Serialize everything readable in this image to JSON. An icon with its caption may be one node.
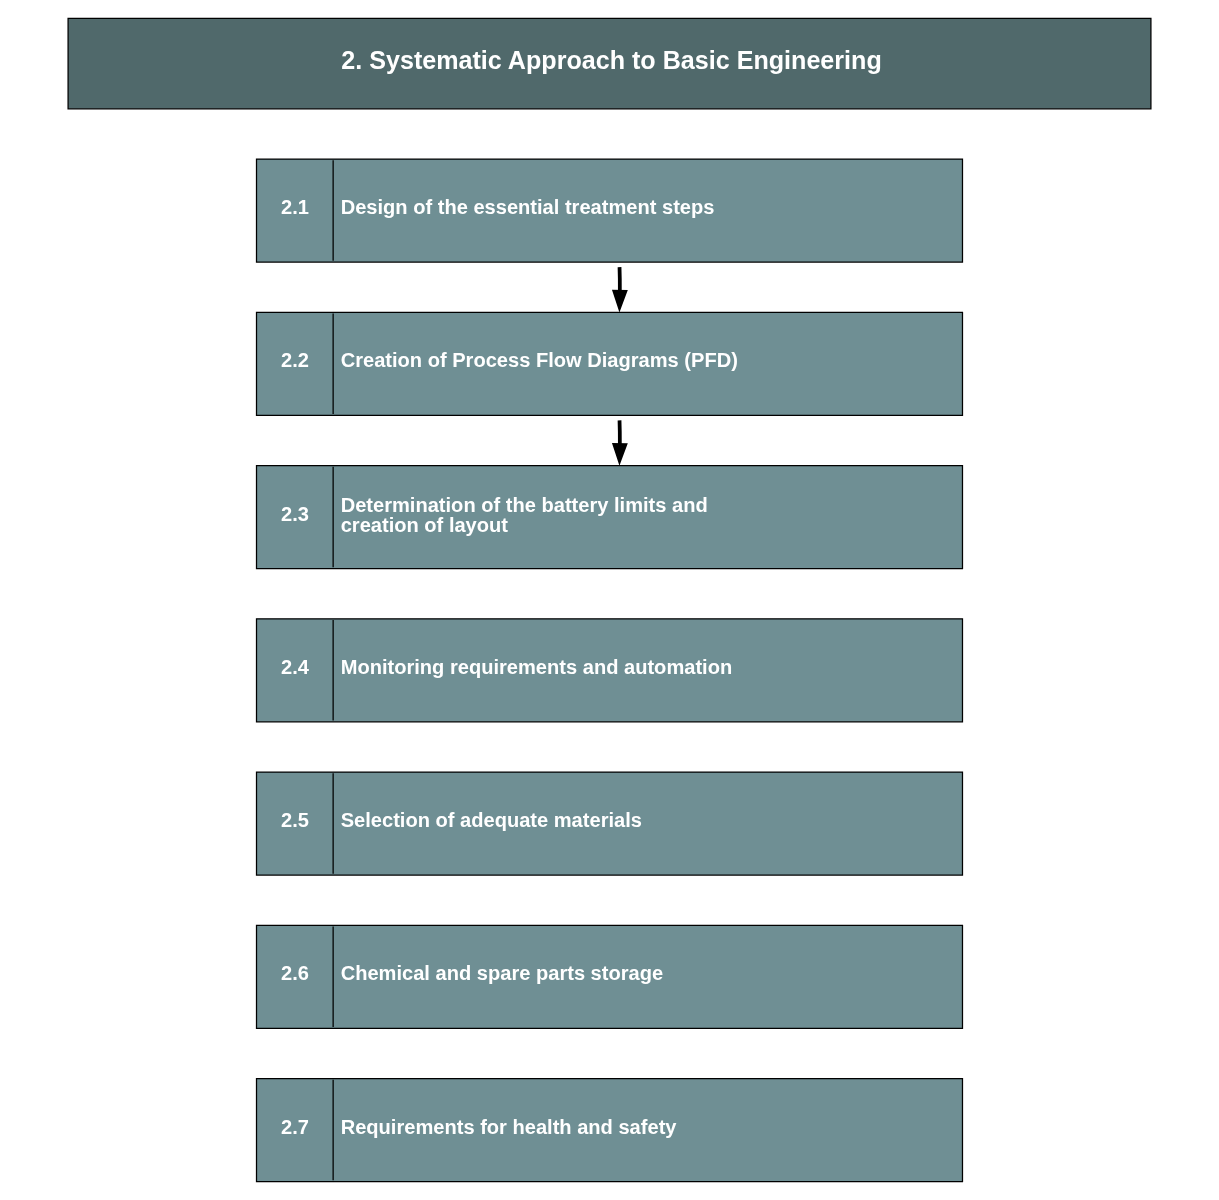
{
  "diagram": {
    "nodes": [
      {
        "text": [
          "2. Systematic Approach to Basic Engineering"
        ]
      },
      {
        "text": [
          "2.1",
          "Design of the essential treatment steps"
        ]
      },
      {
        "text": [
          "2.2",
          "Creation of Process Flow Diagrams (PFD)"
        ]
      },
      {
        "text": [
          "2.3",
          "Determination of the battery limits and creation of layout"
        ]
      },
      {
        "text": [
          "2.4",
          "Monitoring requirements and automation"
        ]
      },
      {
        "text": [
          "2.5",
          "Selection of adequate materials"
        ]
      },
      {
        "text": [
          "2.6",
          "Chemical and spare parts storage"
        ]
      },
      {
        "text": [
          "2.7",
          "Requirements for health and safety"
        ]
      }
    ],
    "edges": [
      {
        "from": 1,
        "to": 2,
        "arrow": "to"
      },
      {
        "from": 2,
        "to": 3,
        "arrow": "to"
      }
    ]
  }
}
